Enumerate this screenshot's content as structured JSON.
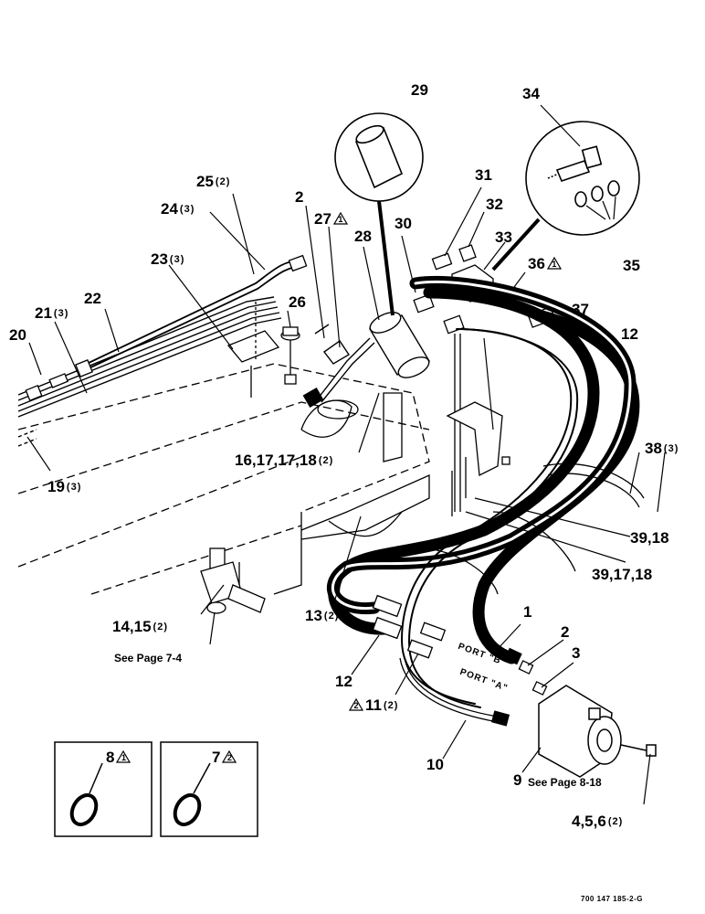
{
  "callouts": {
    "c1": "1",
    "c2a": "2",
    "c2b": "2",
    "c3": "3",
    "c4": "4,5,6",
    "c4q": "(2)",
    "c7": "7",
    "c7n": "2",
    "c8": "8",
    "c8n": "1",
    "c9": "9",
    "c10": "10",
    "c11": "11",
    "c11q": "(2)",
    "c11n": "2",
    "c12a": "12",
    "c12b": "12",
    "c13": "13",
    "c13q": "(2)",
    "c14": "14,15",
    "c14q": "(2)",
    "c16": "16,17,17,18",
    "c16q": "(2)",
    "c19": "19",
    "c19q": "(3)",
    "c20": "20",
    "c21": "21",
    "c21q": "(3)",
    "c22": "22",
    "c23": "23",
    "c23q": "(3)",
    "c24": "24",
    "c24q": "(3)",
    "c25": "25",
    "c25q": "(2)",
    "c26": "26",
    "c27": "27",
    "c27n": "1",
    "c28": "28",
    "c29": "29",
    "c30": "30",
    "c31": "31",
    "c32": "32",
    "c33": "33",
    "c34": "34",
    "c35": "35",
    "c36": "36",
    "c36n": "1",
    "c37": "37",
    "c38": "38",
    "c38q": "(3)",
    "c39a": "39,18",
    "c39b": "39,17,18"
  },
  "notes": {
    "see74": "See Page 7-4",
    "see818": "See Page 8-18"
  },
  "ports": {
    "portB": "PORT \"B\"",
    "portA": "PORT \"A\""
  },
  "drawing_code": "700 147 185-2-G"
}
